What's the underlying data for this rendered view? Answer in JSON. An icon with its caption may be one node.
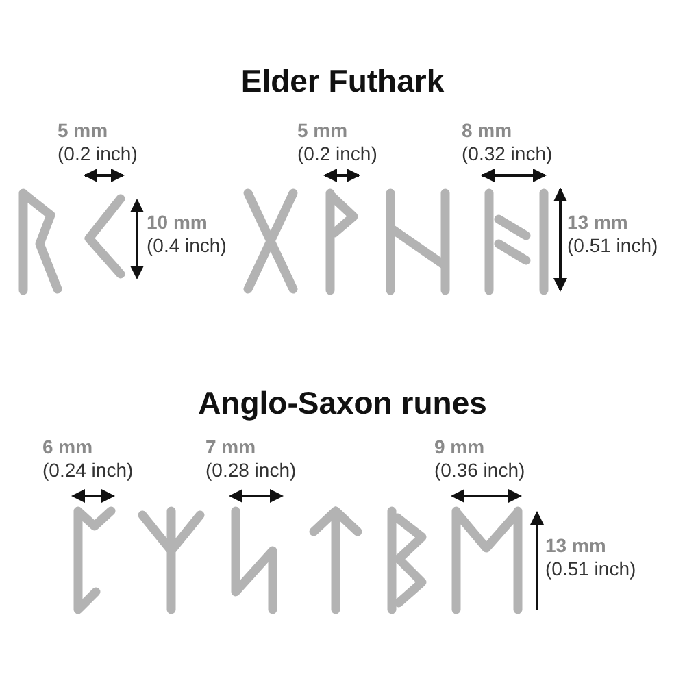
{
  "diagram": {
    "labels": [
      "Elder Futhark",
      "5 mm",
      "(0.2 inch)",
      "5 mm",
      "(0.2 inch)",
      "8 mm",
      "(0.32 inch)",
      "10 mm",
      "(0.4 inch)",
      "13 mm",
      "(0.51 inch)",
      "Anglo-Saxon runes",
      "6 mm",
      "(0.24 inch)",
      "7 mm",
      "(0.28 inch)",
      "9 mm",
      "(0.36 inch)",
      "13 mm",
      "(0.51 inch)"
    ]
  }
}
